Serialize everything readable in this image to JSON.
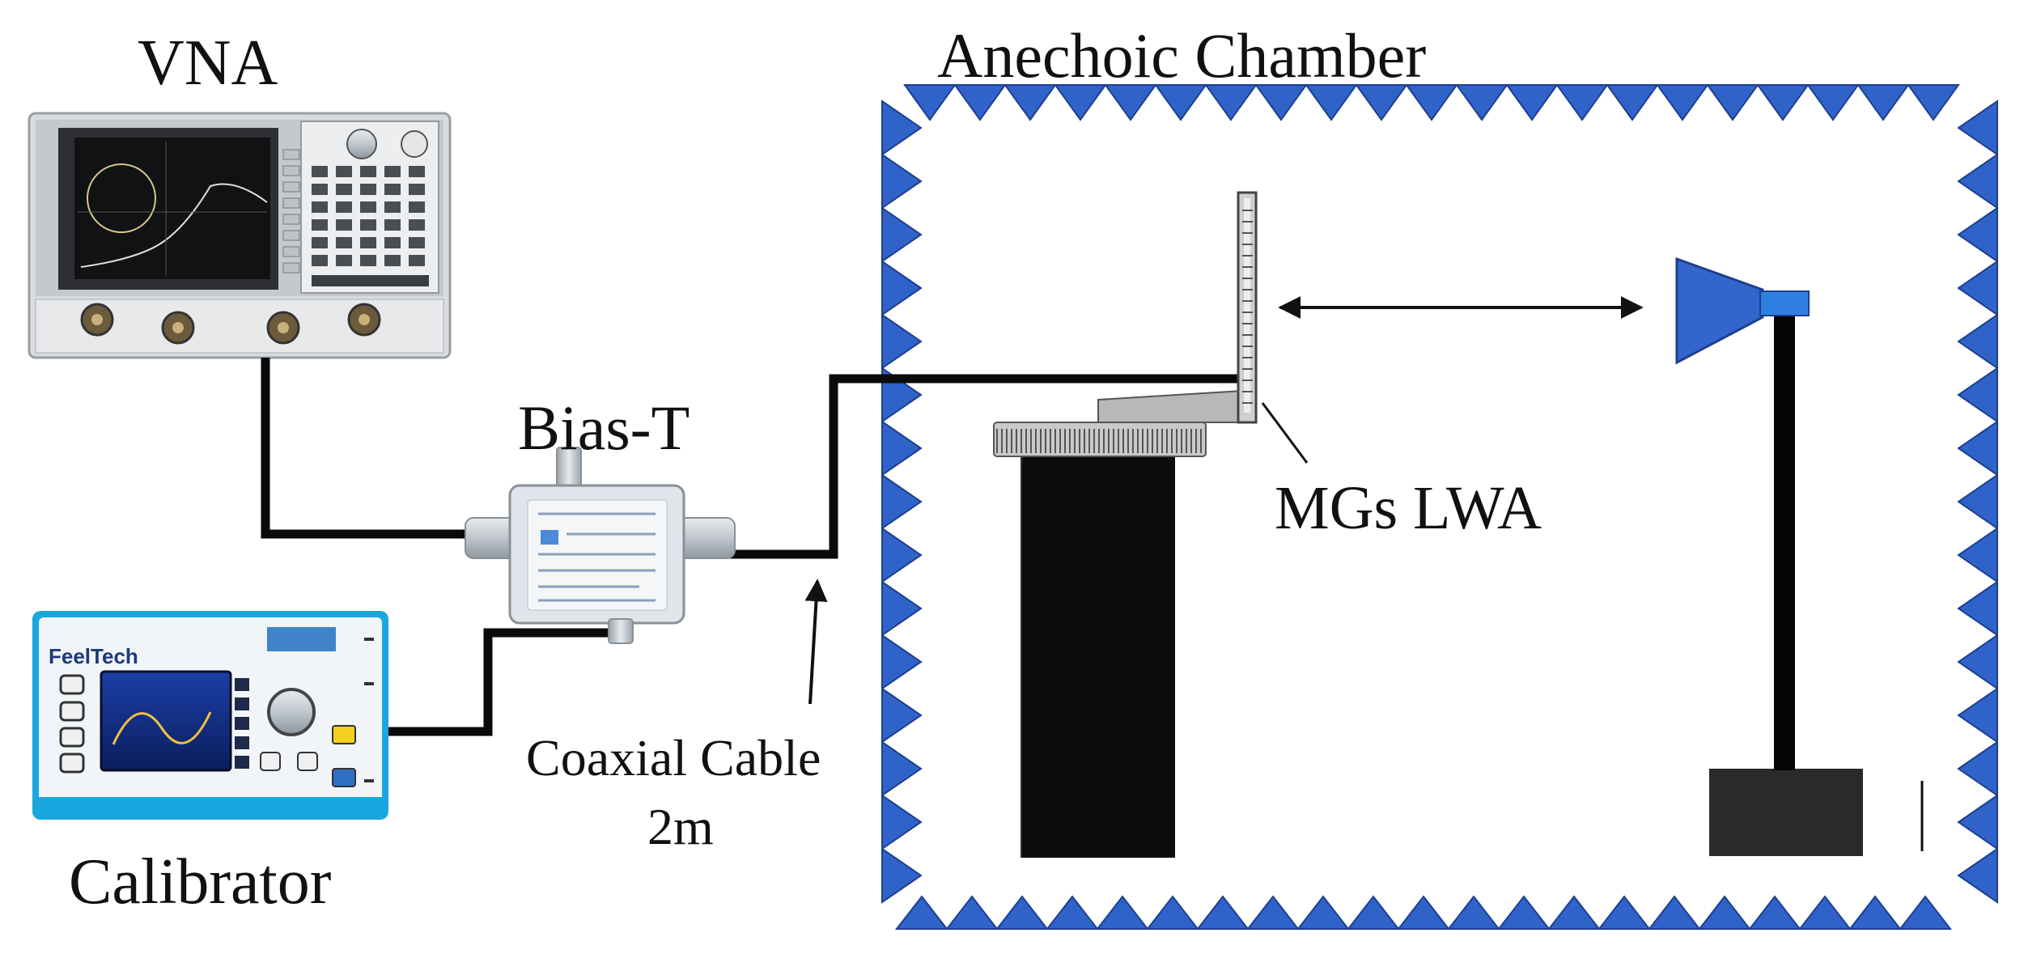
{
  "labels": {
    "vna": "VNA",
    "anechoic_chamber": "Anechoic Chamber",
    "bias_t": "Bias-T",
    "mgs_lwa": "MGs LWA",
    "coaxial_cable_line1": "Coaxial Cable",
    "coaxial_cable_line2": "2m",
    "calibrator": "Calibrator"
  },
  "calibrator_device": {
    "brand": "FeelTech"
  },
  "colors": {
    "absorber_blue": "#2f63c9",
    "horn_blue": "#3366cc",
    "cable": "#0a0a0a",
    "device_cyan": "#1aa7e0"
  }
}
